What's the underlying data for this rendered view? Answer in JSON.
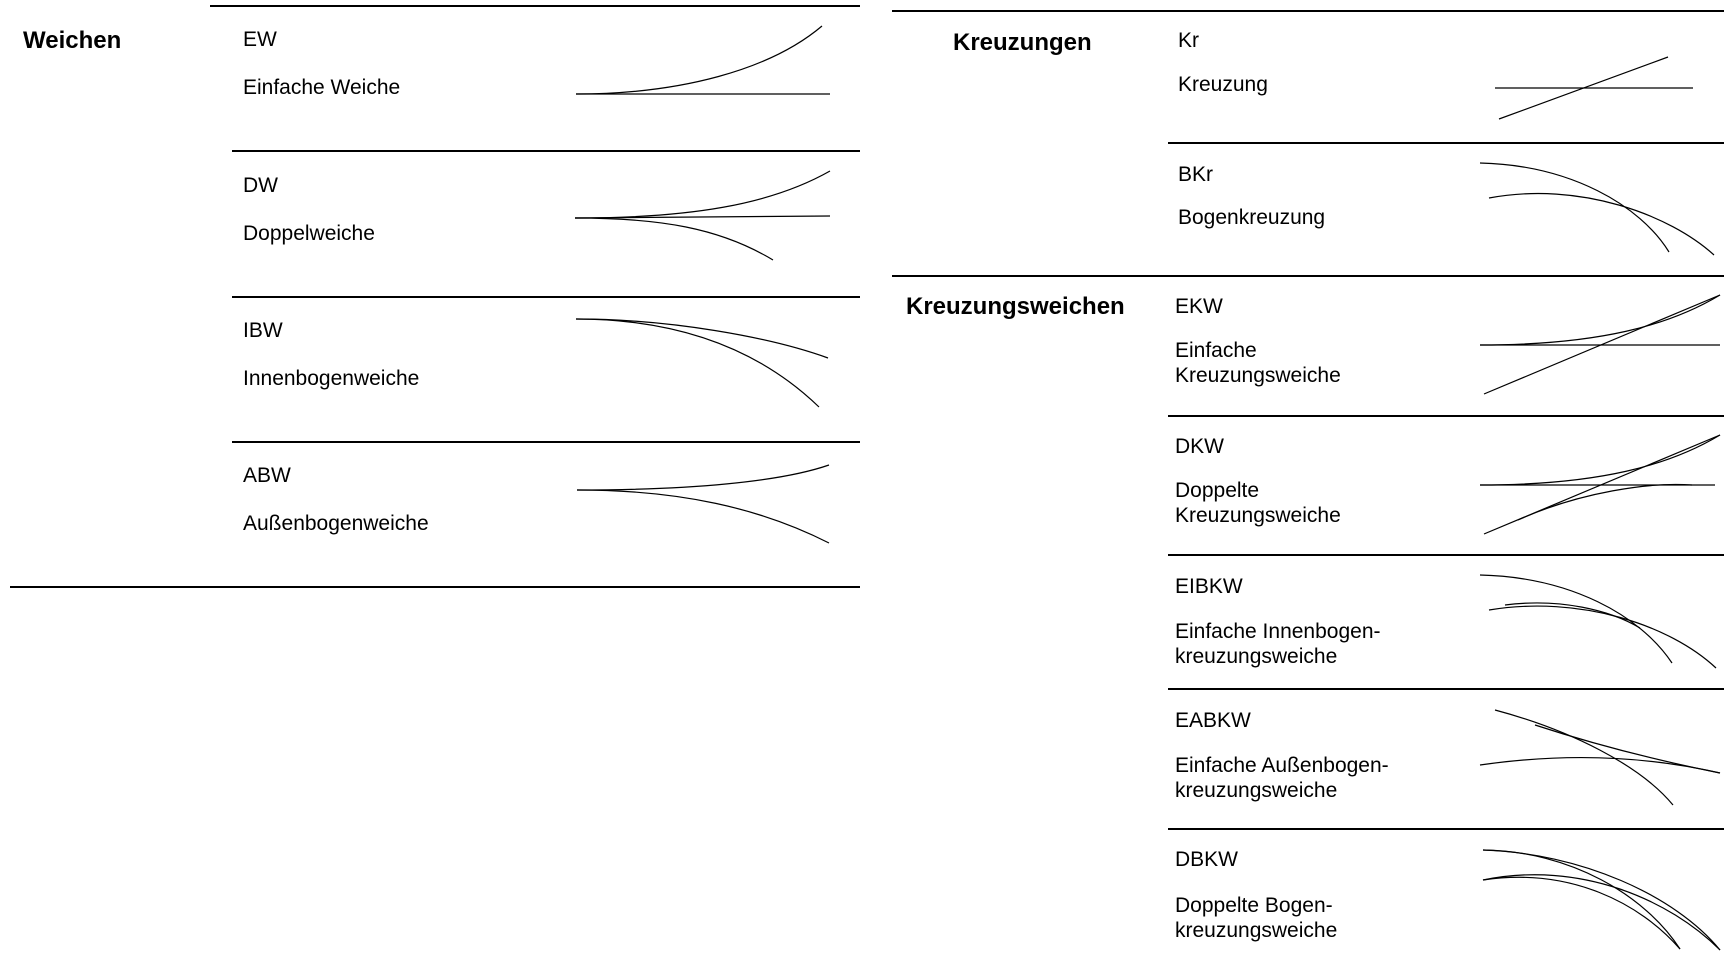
{
  "weichen": {
    "category": "Weichen",
    "items": [
      {
        "abbr": "EW",
        "name": "Einfache Weiche"
      },
      {
        "abbr": "DW",
        "name": "Doppelweiche"
      },
      {
        "abbr": "IBW",
        "name": "Innenbogenweiche"
      },
      {
        "abbr": "ABW",
        "name": "Außenbogenweiche"
      }
    ]
  },
  "kreuzungen": {
    "category": "Kreuzungen",
    "items": [
      {
        "abbr": "Kr",
        "name": "Kreuzung"
      },
      {
        "abbr": "BKr",
        "name": "Bogenkreuzung"
      }
    ]
  },
  "kreuzungsweichen": {
    "category": "Kreuzungsweichen",
    "items": [
      {
        "abbr": "EKW",
        "name_line1": "Einfache",
        "name_line2": "Kreuzungsweiche"
      },
      {
        "abbr": "DKW",
        "name_line1": "Doppelte",
        "name_line2": "Kreuzungsweiche"
      },
      {
        "abbr": "EIBKW",
        "name_line1": "Einfache Innenbogen-",
        "name_line2": "kreuzungsweiche"
      },
      {
        "abbr": "EABKW",
        "name_line1": "Einfache Außenbogen-",
        "name_line2": "kreuzungsweiche"
      },
      {
        "abbr": "DBKW",
        "name_line1": "Doppelte Bogen-",
        "name_line2": "kreuzungsweiche"
      }
    ]
  }
}
